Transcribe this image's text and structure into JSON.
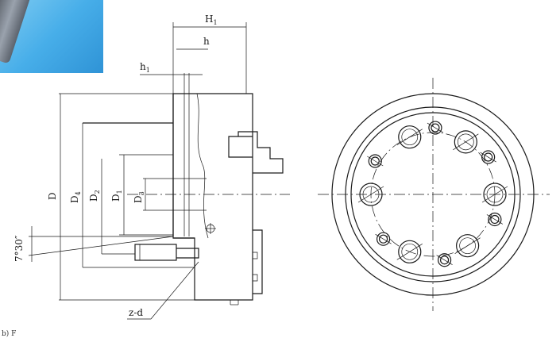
{
  "labels": {
    "H1": "H",
    "H1_sub": "1",
    "h": "h",
    "h1": "h",
    "h1_sub": "1",
    "D": "D",
    "D4": "D",
    "D4_sub": "4",
    "D2": "D",
    "D2_sub": "2",
    "D1": "D",
    "D1_sub": "1",
    "D3": "D",
    "D3_sub": "3",
    "angle": "7°30″",
    "zd": "z-d"
  },
  "caption": "b) F"
}
